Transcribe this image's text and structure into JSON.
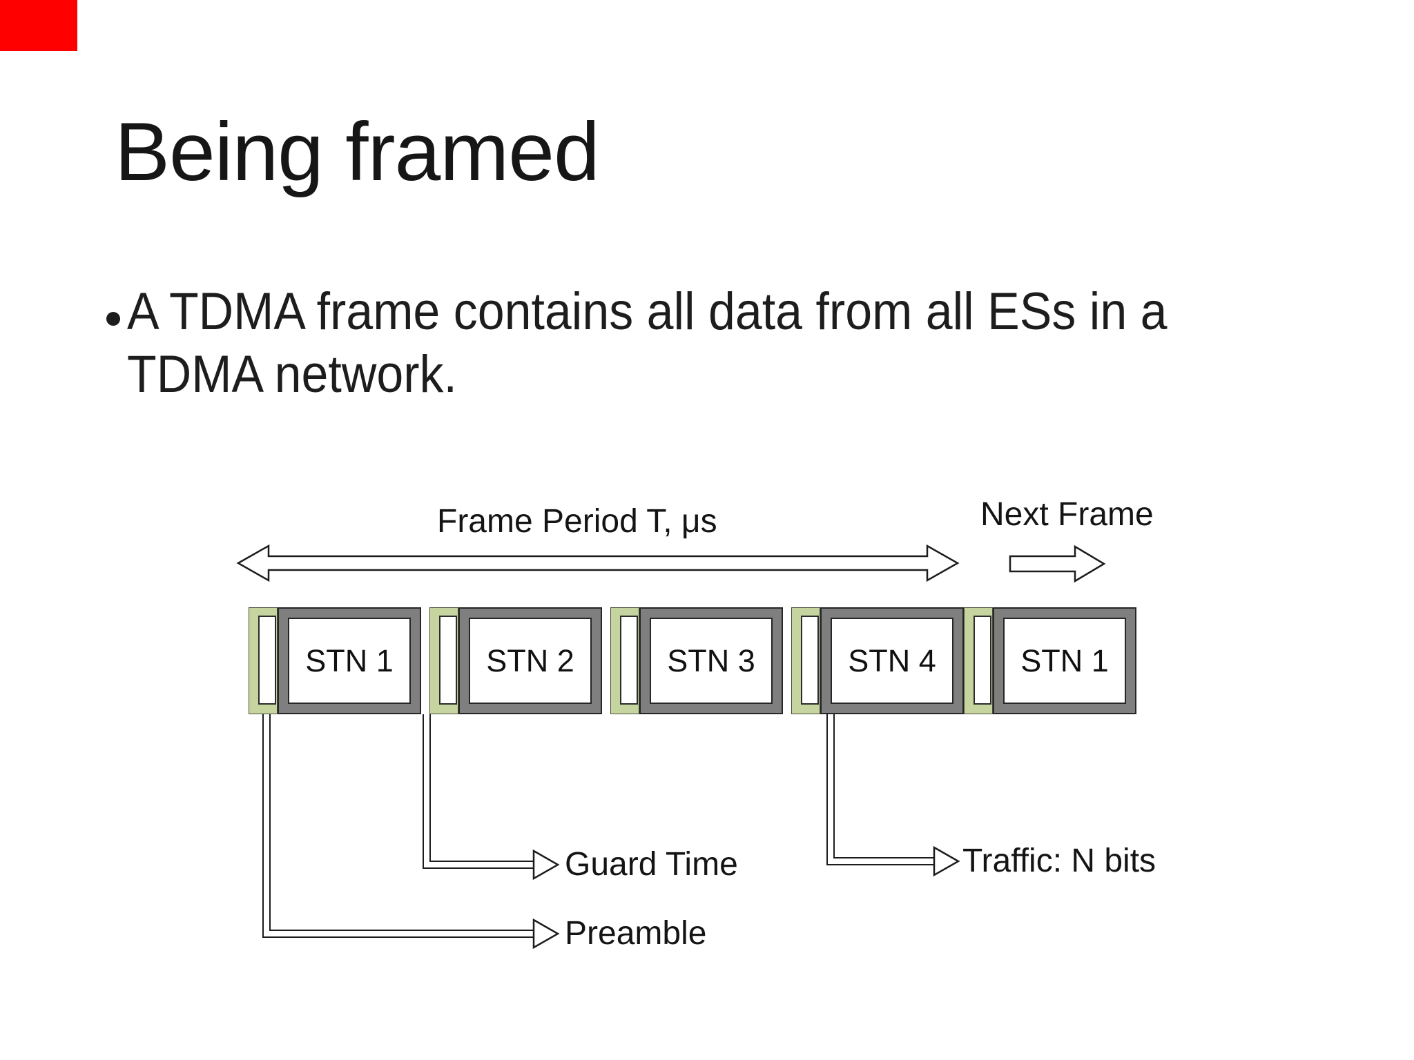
{
  "marker": {
    "color": "#fe0000"
  },
  "title": "Being framed",
  "bullet": {
    "line1": "A TDMA frame contains all data from all ESs in a",
    "line2": "TDMA network."
  },
  "diagram": {
    "frame_period_label": "Frame Period T, μs",
    "next_frame_label": "Next Frame",
    "slots": [
      {
        "label": "STN 1",
        "gap_before": false
      },
      {
        "label": "STN 2",
        "gap_before": true
      },
      {
        "label": "STN 3",
        "gap_before": true
      },
      {
        "label": "STN 4",
        "gap_before": true
      },
      {
        "label": "STN 1",
        "gap_before": false
      }
    ],
    "callouts": {
      "guard_time": "Guard Time",
      "preamble": "Preamble",
      "traffic": "Traffic: N bits"
    },
    "colors": {
      "preamble_green": "#c6d4a0",
      "slot_gray": "#7f7f7f",
      "outline": "#262626"
    }
  }
}
